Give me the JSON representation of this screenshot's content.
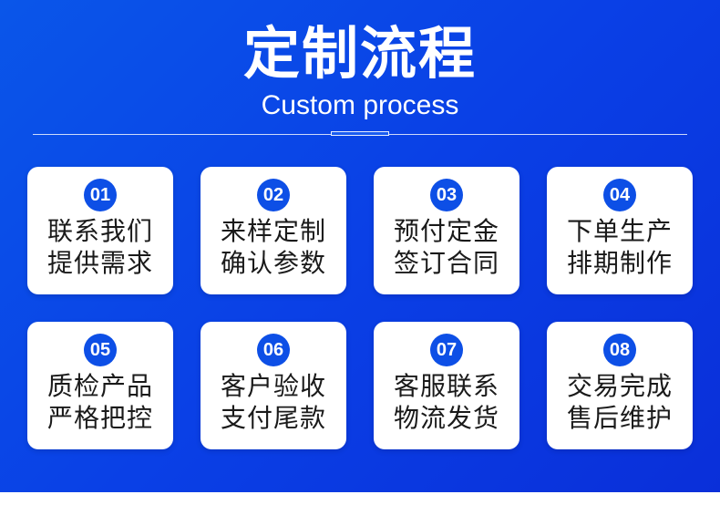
{
  "header": {
    "title": "定制流程",
    "subtitle": "Custom process"
  },
  "colors": {
    "background": "#0a40e6",
    "card": "#ffffff",
    "badge": "#0d4fe6",
    "text": "#1a1a1a"
  },
  "steps": [
    {
      "number": "01",
      "line1": "联系我们",
      "line2": "提供需求"
    },
    {
      "number": "02",
      "line1": "来样定制",
      "line2": "确认参数"
    },
    {
      "number": "03",
      "line1": "预付定金",
      "line2": "签订合同"
    },
    {
      "number": "04",
      "line1": "下单生产",
      "line2": "排期制作"
    },
    {
      "number": "05",
      "line1": "质检产品",
      "line2": "严格把控"
    },
    {
      "number": "06",
      "line1": "客户验收",
      "line2": "支付尾款"
    },
    {
      "number": "07",
      "line1": "客服联系",
      "line2": "物流发货"
    },
    {
      "number": "08",
      "line1": "交易完成",
      "line2": "售后维护"
    }
  ]
}
